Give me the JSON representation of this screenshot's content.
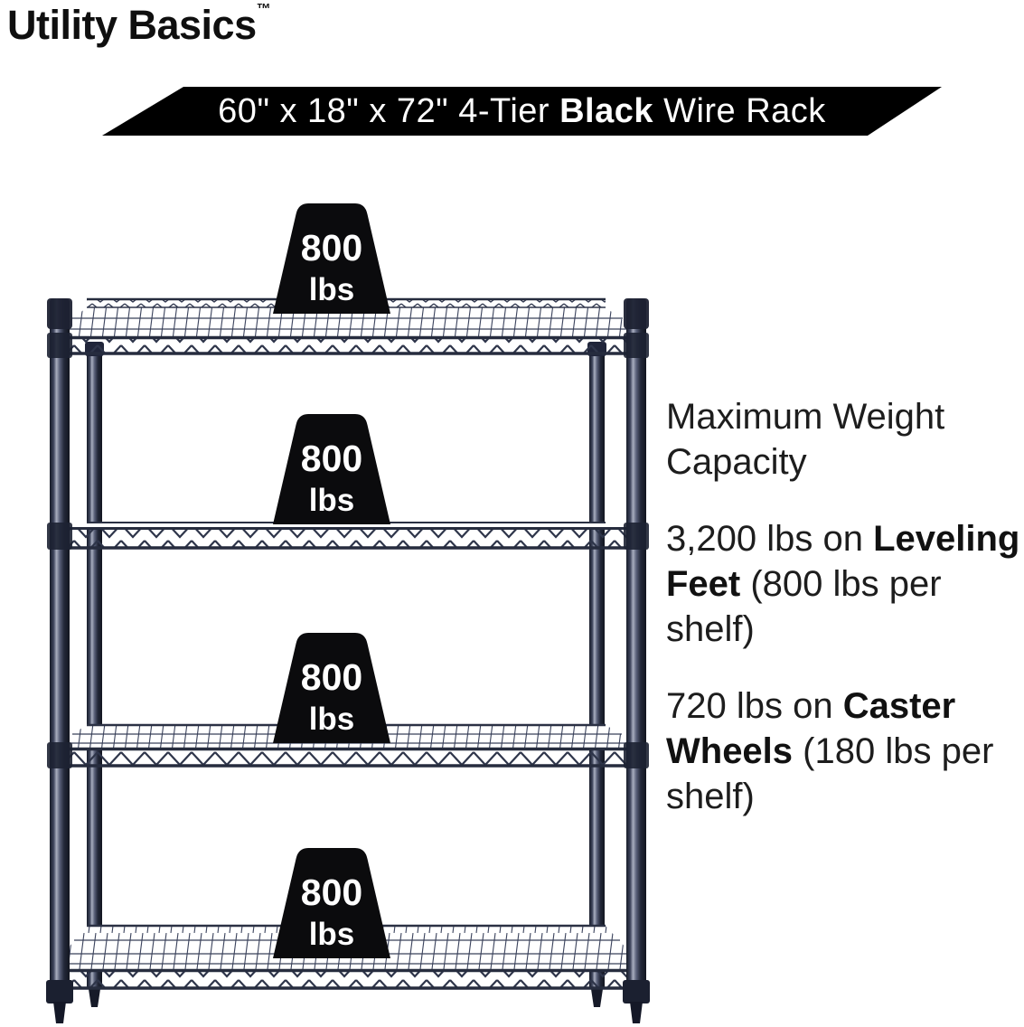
{
  "brand": {
    "name": "Utility Basics",
    "tm": "™"
  },
  "banner": {
    "pre": "60\" x 18\" x 72\" 4-Tier ",
    "bold": "Black",
    "post": " Wire Rack"
  },
  "rack": {
    "tiers": 4
  },
  "weights": [
    {
      "value": "800",
      "unit": "lbs"
    },
    {
      "value": "800",
      "unit": "lbs"
    },
    {
      "value": "800",
      "unit": "lbs"
    },
    {
      "value": "800",
      "unit": "lbs"
    }
  ],
  "info": {
    "heading_l1": "Maximum Weight",
    "heading_l2": "Capacity",
    "p1": {
      "l1_pre": "3,200 lbs on ",
      "l1_bold": "Leveling",
      "l2_bold": "Feet",
      "l2_post": " (800 lbs per",
      "l3": "shelf)"
    },
    "p2": {
      "l1_pre": "720 lbs on ",
      "l1_bold": "Caster",
      "l2_bold": "Wheels",
      "l2_post": " (180 lbs per",
      "l3": "shelf)"
    }
  },
  "colors": {
    "banner_bg": "#000000",
    "banner_fg": "#ffffff",
    "weight_badge_bg": "#0b0b0d",
    "weight_badge_fg": "#ffffff",
    "post_metal": "#2e3444",
    "wire": "#323a50",
    "text": "#1d1d1d"
  }
}
